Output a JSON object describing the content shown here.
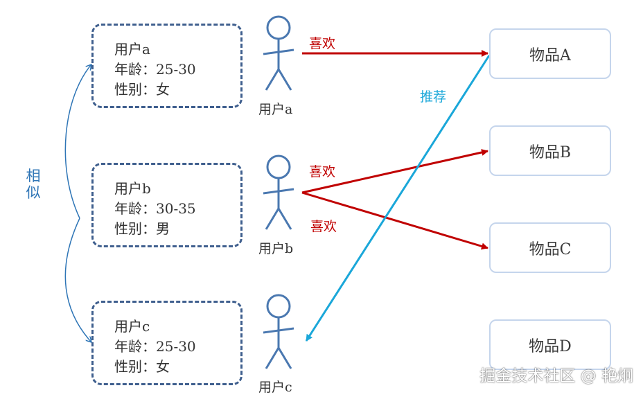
{
  "users": [
    {
      "name_line": "用户a",
      "age_line": "年龄：25-30",
      "gender_line": "性别：女",
      "label": "用户a"
    },
    {
      "name_line": "用户b",
      "age_line": "年龄：30-35",
      "gender_line": "性别：男",
      "label": "用户b"
    },
    {
      "name_line": "用户c",
      "age_line": "年龄：25-30",
      "gender_line": "性别：女",
      "label": "用户c"
    }
  ],
  "items": [
    {
      "label": "物品A"
    },
    {
      "label": "物品B"
    },
    {
      "label": "物品C"
    },
    {
      "label": "物品D"
    }
  ],
  "edges": {
    "like_a": "喜欢",
    "like_b_top": "喜欢",
    "like_b_bottom": "喜欢",
    "recommend": "推荐",
    "similar": "相似"
  },
  "colors": {
    "like": "#c00000",
    "recommend": "#1aa7d9",
    "similar": "#2e75b6",
    "person": "#4a78b0",
    "box_border": "#3f5f8e",
    "item_border": "#c5d5ec"
  },
  "watermark": "掘金技术社区 @ 艳炯"
}
